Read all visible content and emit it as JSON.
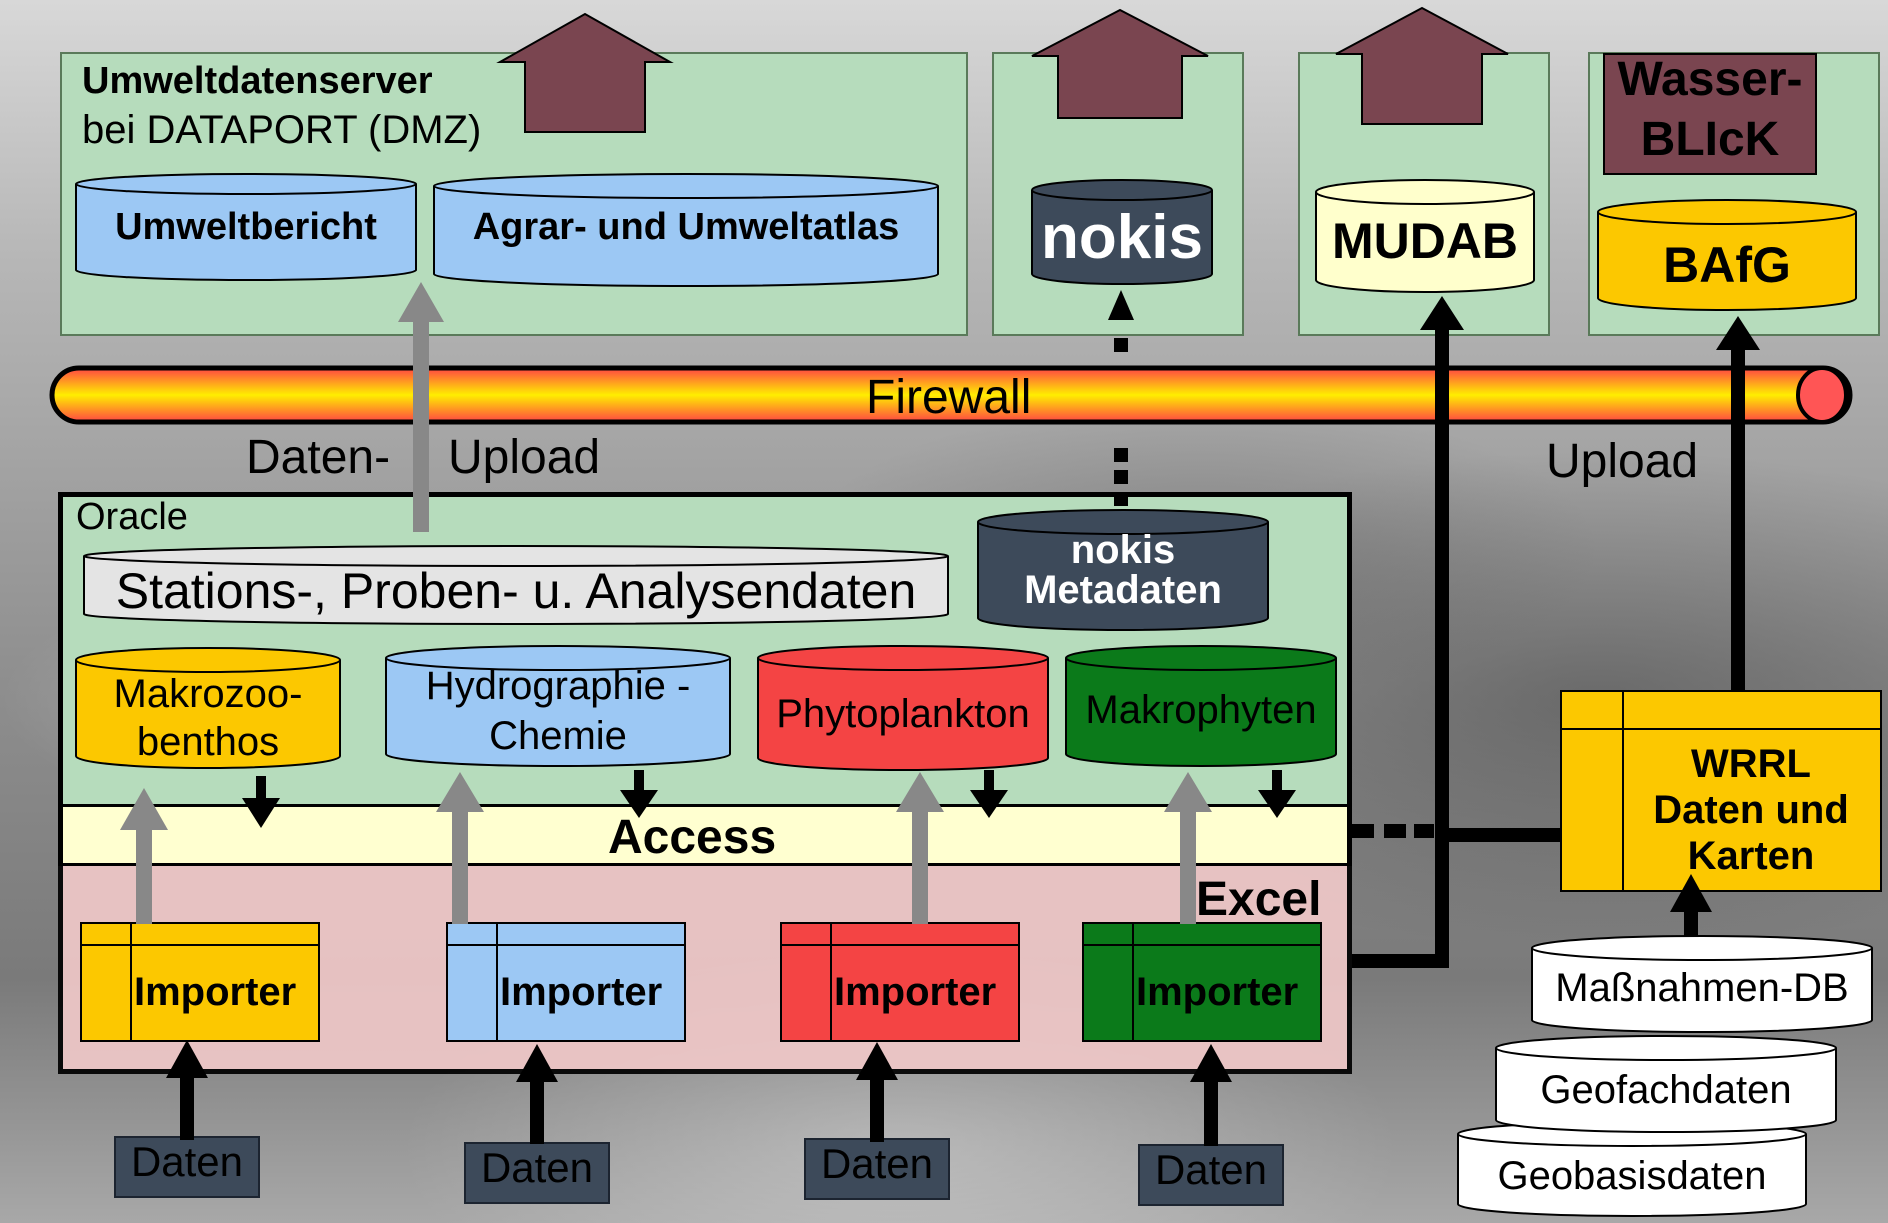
{
  "dmz": {
    "title": "Umweltdatenserver",
    "subtitle": "bei DATAPORT (DMZ)"
  },
  "top_dbs": {
    "umweltbericht": "Umweltbericht",
    "atlas": "Agrar- und Umweltatlas",
    "nokis": "nokis",
    "mudab": "MUDAB",
    "bafg": "BAfG",
    "wasserblick": [
      "Wasser-",
      "BLIcK"
    ]
  },
  "firewall": "Firewall",
  "upload_left_1": "Daten-",
  "upload_left_2": "Upload",
  "upload_right": "Upload",
  "oracle": {
    "label": "Oracle",
    "stations": "Stations-, Proben- u. Analysendaten",
    "nokis_meta": [
      "nokis",
      "Metadaten"
    ],
    "makrozoo": [
      "Makrozoo-",
      "benthos"
    ],
    "hydro": [
      "Hydrographie -",
      "Chemie"
    ],
    "phyto": "Phytoplankton",
    "makrophyten": "Makrophyten"
  },
  "access": "Access",
  "excel": "Excel",
  "importers": [
    "Importer",
    "Importer",
    "Importer",
    "Importer"
  ],
  "daten": [
    "Daten",
    "Daten",
    "Daten",
    "Daten"
  ],
  "wrrl": [
    "WRRL",
    "Daten und",
    "Karten"
  ],
  "right_dbs": {
    "massnahmen": "Maßnahmen-DB",
    "geofach": "Geofachdaten",
    "geobasis": "Geobasisdaten"
  },
  "colors": {
    "green_box": "#b6dcbc",
    "maroon": "#7a4550",
    "lightblue": "#9cc8f4",
    "slate": "#3d4a5a",
    "cream": "#ffffcc",
    "gold": "#fcc800",
    "red": "#f44444",
    "darkgreen": "#0b7a1a",
    "access": "#ffffd0",
    "excel": "#f2c8c8"
  }
}
